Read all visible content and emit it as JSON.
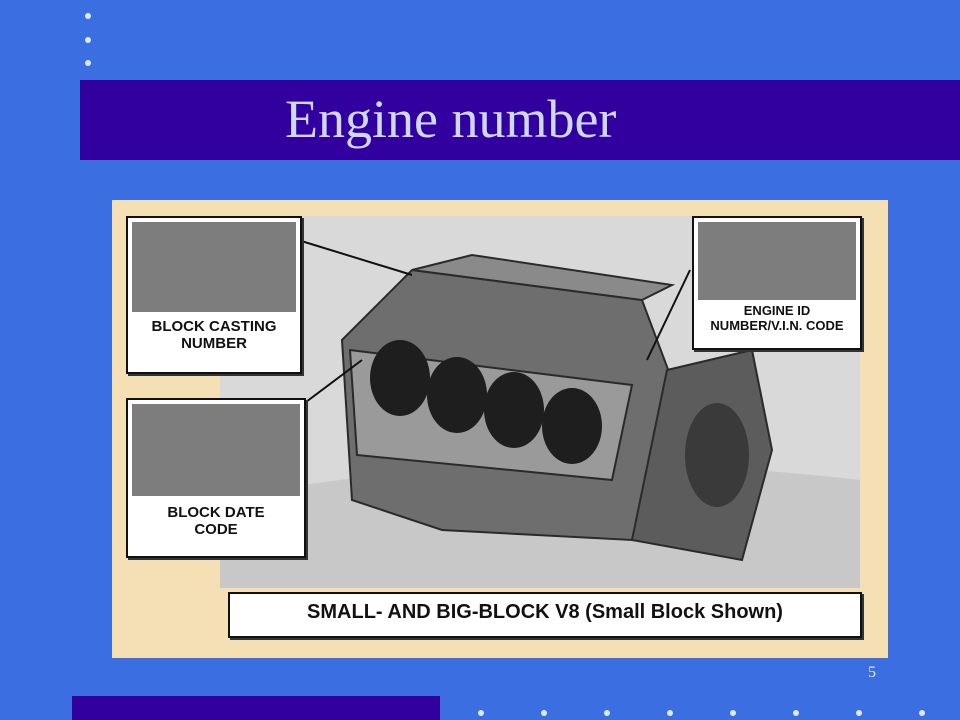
{
  "slide": {
    "title": "Engine number",
    "page_number": "5"
  },
  "figure": {
    "callouts": {
      "block_casting": [
        "BLOCK CASTING",
        "NUMBER"
      ],
      "block_date": [
        "BLOCK DATE",
        "CODE"
      ],
      "engine_id": [
        "ENGINE ID",
        "NUMBER/V.I.N. CODE"
      ]
    },
    "caption": "SMALL- AND BIG-BLOCK V8 (Small Block Shown)"
  },
  "colors": {
    "background": "#3b6ee0",
    "title_bar": "#3300a0",
    "title_text": "#cfd9ff",
    "figure_background": "#f4e0b4"
  }
}
